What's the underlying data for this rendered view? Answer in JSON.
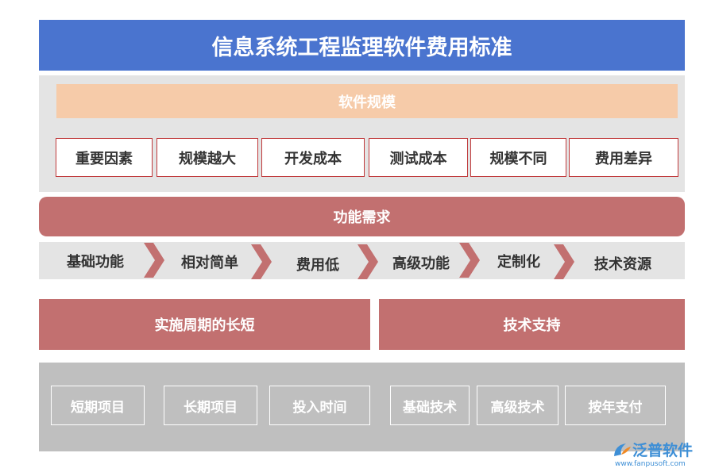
{
  "title": "信息系统工程监理软件费用标准",
  "software_scale": {
    "header": "软件规模",
    "items": [
      "重要因素",
      "规模越大",
      "开发成本",
      "测试成本",
      "规模不同",
      "费用差异"
    ]
  },
  "function_requirements": {
    "header": "功能需求",
    "steps": [
      "基础功能",
      "相对简单",
      "费用低",
      "高级功能",
      "定制化",
      "技术资源"
    ]
  },
  "implementation_period": {
    "header": "实施周期的长短",
    "items": [
      "短期项目",
      "长期项目",
      "投入时间"
    ]
  },
  "technical_support": {
    "header": "技术支持",
    "items": [
      "基础技术",
      "高级技术",
      "按年支付"
    ]
  },
  "logo": {
    "name": "泛普软件",
    "url": "www.fanpusoft.com"
  },
  "colors": {
    "title_bg": "#4a74cf",
    "scale_header_bg": "#f6cba9",
    "accent_red": "#c27070",
    "box_border": "#c0393b",
    "panel_gray": "#e4e4e4",
    "bottom_gray": "#bfbfbf"
  }
}
